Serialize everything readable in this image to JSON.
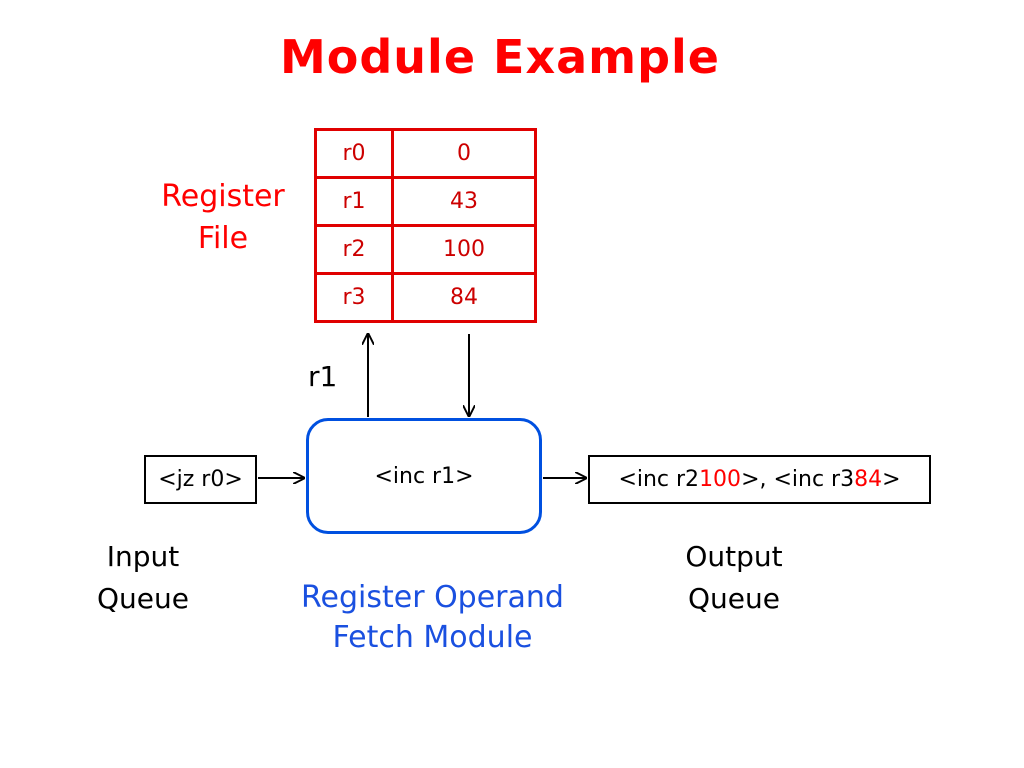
{
  "title": "Module Example",
  "register_file": {
    "label_line1": "Register",
    "label_line2": "File",
    "rows": [
      {
        "name": "r0",
        "value": "0"
      },
      {
        "name": "r1",
        "value": "43"
      },
      {
        "name": "r2",
        "value": "100"
      },
      {
        "name": "r3",
        "value": "84"
      }
    ]
  },
  "request_label": "r1",
  "module": {
    "content": "<inc r1>",
    "caption_line1": "Register Operand",
    "caption_line2": "Fetch Module"
  },
  "input_queue": {
    "content": "<jz r0>",
    "caption_line1": "Input",
    "caption_line2": "Queue"
  },
  "output_queue": {
    "part1": "<inc r2 ",
    "part2": "100",
    "part3": ">, <inc r3 ",
    "part4": "84",
    "part5": ">",
    "caption_line1": "Output",
    "caption_line2": "Queue"
  },
  "colors": {
    "title": "#ff0000",
    "register_border": "#e00000",
    "module_border": "#0050e0",
    "module_caption": "#1a50e0"
  }
}
